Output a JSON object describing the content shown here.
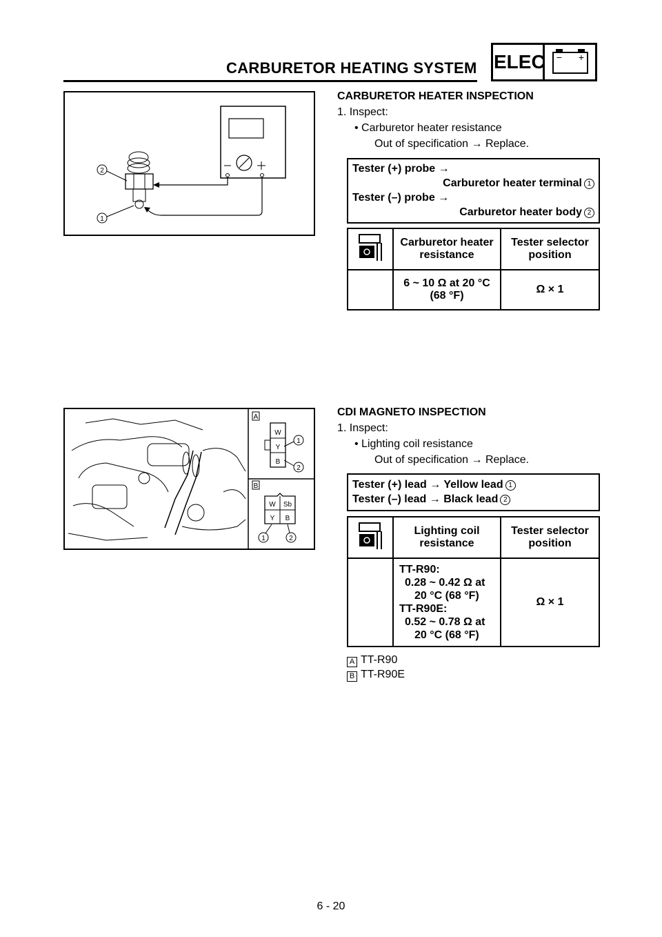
{
  "header": {
    "title": "CARBURETOR HEATING SYSTEM",
    "badge": "ELEC"
  },
  "section1": {
    "title": "CARBURETOR HEATER INSPECTION",
    "step": "1.  Inspect:",
    "bullet": "Carburetor heater resistance",
    "spec_note": "Out of specification → Replace.",
    "probe_plus_label": "Tester (+) probe →",
    "probe_plus_target": "Carburetor heater terminal",
    "probe_minus_label": "Tester (–) probe →",
    "probe_minus_target": "Carburetor heater body",
    "col1_header": "Carburetor heater resistance",
    "col2_header": "Tester selector position",
    "value": "6 ~ 10 Ω at 20 °C (68 °F)",
    "selector": "Ω × 1"
  },
  "section2": {
    "title": "CDI MAGNETO INSPECTION",
    "step": "1.  Inspect:",
    "bullet": "Lighting coil resistance",
    "spec_note": "Out of specification → Replace.",
    "lead_plus": "Tester (+) lead → Yellow lead",
    "lead_minus": "Tester (–) lead → Black lead",
    "col1_header": "Lighting coil resistance",
    "col2_header": "Tester selector position",
    "model1": "TT-R90:",
    "value1": "0.28 ~ 0.42 Ω at",
    "temp1": "20 °C (68 °F)",
    "model2": "TT-R90E:",
    "value2": "0.52 ~ 0.78 Ω at",
    "temp2": "20 °C (68 °F)",
    "selector": "Ω × 1",
    "legend": [
      {
        "key": "A",
        "text": "TT-R90"
      },
      {
        "key": "B",
        "text": "TT-R90E"
      }
    ]
  },
  "figure2": {
    "label_a": "A",
    "label_b": "B",
    "wire_w": "W",
    "wire_y": "Y",
    "wire_b": "B",
    "wire_sb": "Sb",
    "callout_1": "1",
    "callout_2": "2"
  },
  "footer": {
    "page": "6 - 20"
  }
}
